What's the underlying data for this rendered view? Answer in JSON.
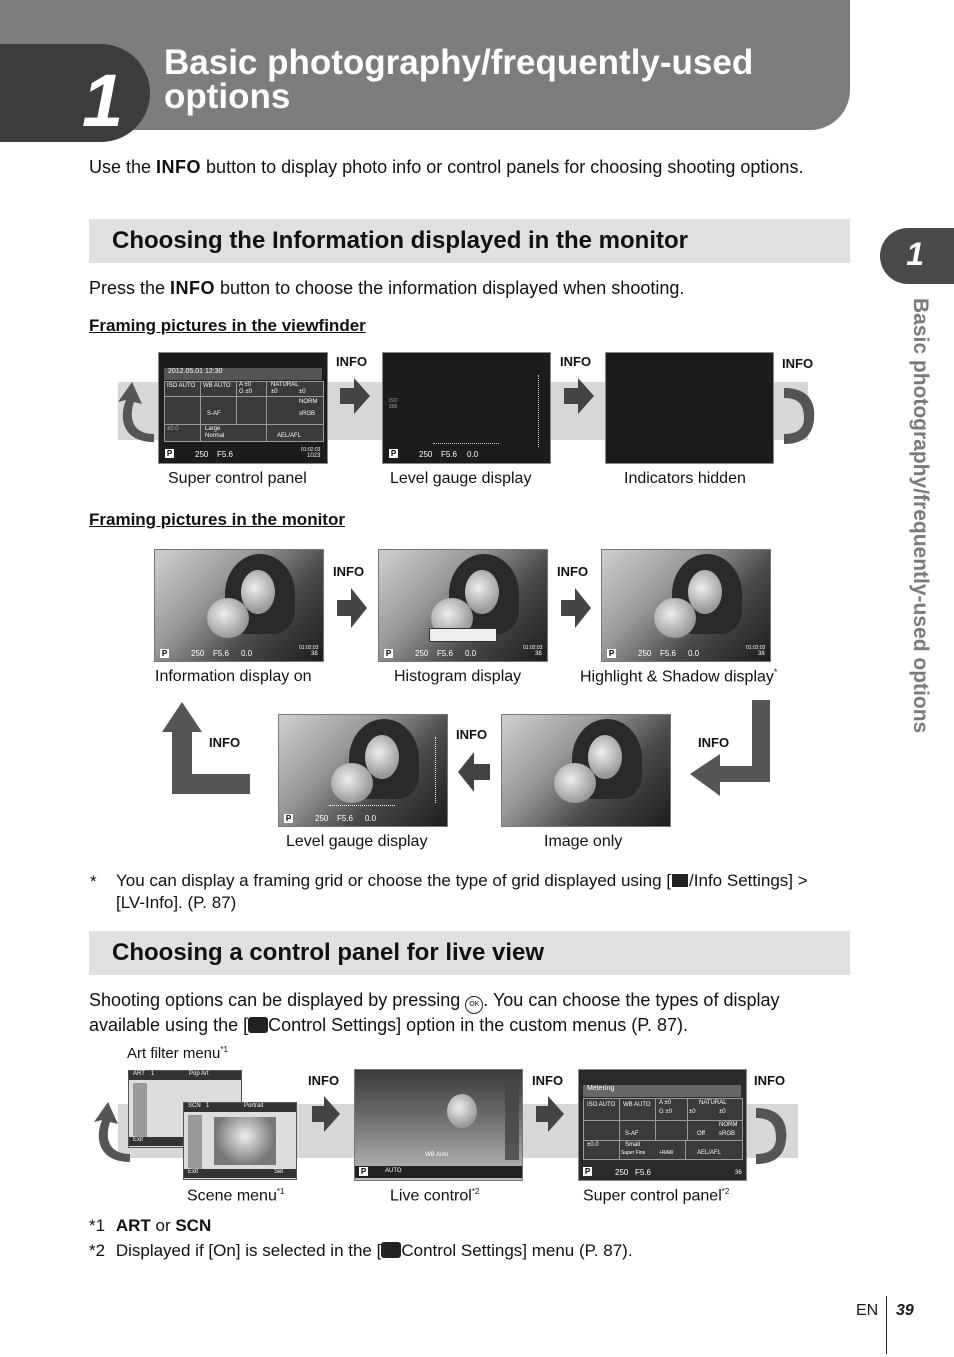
{
  "header": {
    "chapter_number": "1",
    "title": "Basic photography/frequently-used options"
  },
  "intro": {
    "pre": "Use the ",
    "info": "INFO",
    "post": " button to display photo info or control panels for choosing shooting options."
  },
  "section1": {
    "title": "Choosing the Information displayed in the monitor",
    "intro_pre": "Press the ",
    "intro_info": "INFO",
    "intro_post": " button to choose the information displayed when shooting.",
    "viewfinder": {
      "heading": "Framing pictures in the viewfinder",
      "captions": [
        "Super control panel",
        "Level gauge display",
        "Indicators hidden"
      ],
      "info_label": "INFO",
      "scp_date": "2012.05.01 12:30",
      "scp_cells": [
        "ISO AUTO",
        "WB AUTO",
        "A ±0",
        "NATURAL",
        "G ±0",
        "±0",
        "±0",
        "S-AF",
        "NORM",
        "sRGB",
        "±0.0",
        "Large",
        "Normal",
        "AEL/AFL"
      ],
      "readout": [
        "P",
        "250",
        "F5.6"
      ],
      "readout2": [
        "P",
        "250",
        "F5.6",
        "0.0"
      ],
      "time": "01:02:03",
      "count": "1023",
      "iso_small": "ISO 200"
    },
    "monitor": {
      "heading": "Framing pictures in the monitor",
      "captions": [
        "Information display on",
        "Histogram display",
        "Highlight & Shadow display",
        "Level gauge display",
        "Image only"
      ],
      "asterisk": "*",
      "readout": [
        "P",
        "250",
        "F5.6",
        "0.0"
      ],
      "time": "01:02:03",
      "count": "38"
    },
    "footnote_mark": "*",
    "footnote": "You can display a framing grid or choose the type of grid displayed using [",
    "footnote_end": "/Info Settings] > [LV-Info]. (P. 87)"
  },
  "section2": {
    "title": "Choosing a control panel for live view",
    "text_pre": "Shooting options can be displayed by pressing ",
    "text_ok": "OK",
    "text_mid": ". You can choose the types of display available using the [",
    "text_post": "Control Settings] option in the custom menus (P. 87).",
    "art_label": "Art filter menu",
    "art_sup": "*1",
    "art_tab": "ART",
    "art_num": "1",
    "art_name": "Pop Art",
    "scn_tab": "SCN",
    "scn_num": "1",
    "scn_name": "Portrait",
    "exit": "Exit",
    "set": "Set",
    "captions": [
      "Scene menu",
      "Live control",
      "Super control panel"
    ],
    "sups": [
      "*1",
      "*2",
      "*2"
    ],
    "wb": "WB Auto",
    "live_auto": "AUTO",
    "metering": "Metering",
    "scp2_cells": [
      "ISO AUTO",
      "WB AUTO",
      "A ±0",
      "NATURAL",
      "G ±0",
      "±0",
      "±0",
      "S-AF",
      "Off",
      "NORM",
      "sRGB",
      "±0.0",
      "Small",
      "Super Fine",
      "+RAW",
      "AEL/AFL"
    ],
    "readout": [
      "P",
      "250",
      "F5.6"
    ],
    "count": "36",
    "fn1_num": "*1",
    "fn1_a": "ART",
    "fn1_or": " or ",
    "fn1_b": "SCN",
    "fn2_num": "*2",
    "fn2_pre": "Displayed if [On] is selected in the [",
    "fn2_post": "Control Settings] menu (P. 87)."
  },
  "side_tab": {
    "number": "1",
    "text": "Basic photography/frequently-used options"
  },
  "footer": {
    "lang": "EN",
    "page": "39"
  }
}
